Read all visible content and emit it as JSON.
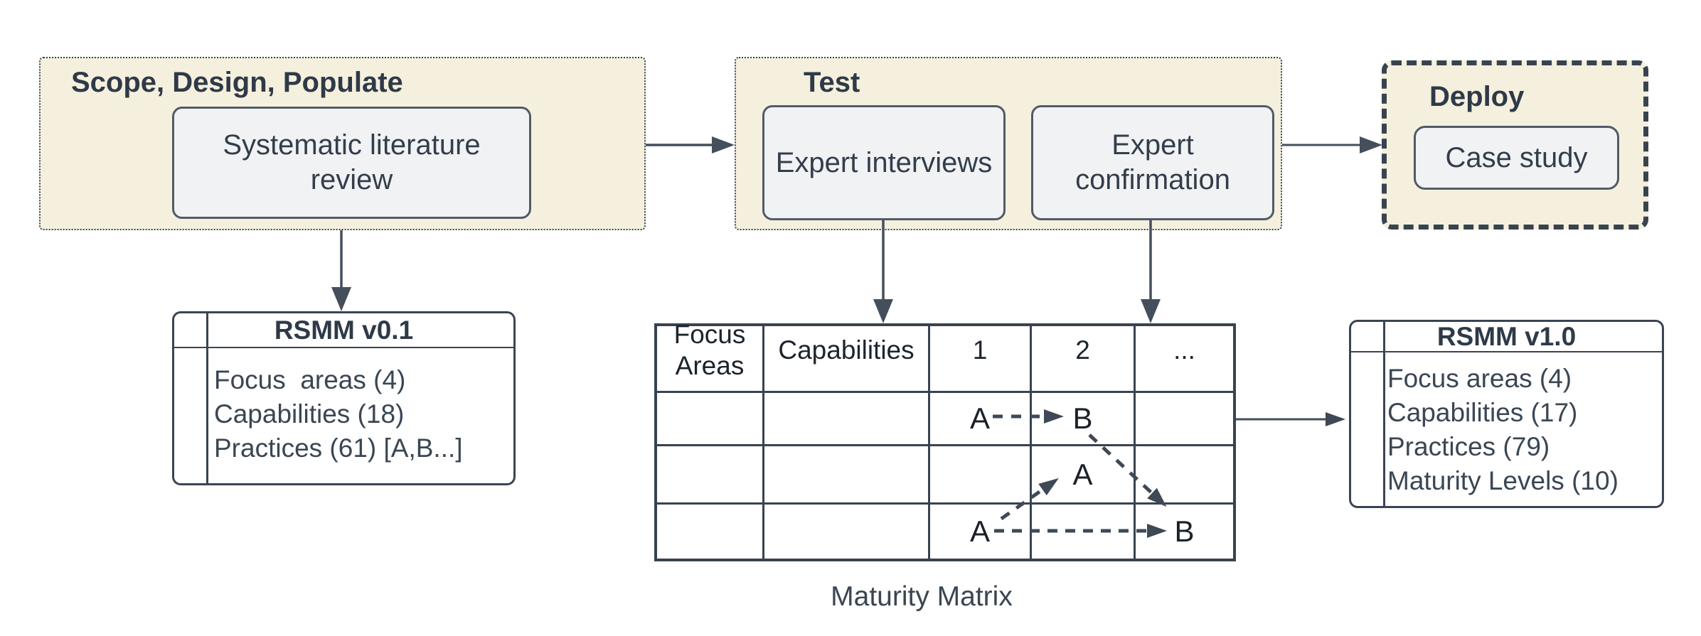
{
  "colors": {
    "canvas": "#ffffff",
    "phase_fill": "#F5F0DE",
    "phase_border": "#3C4650",
    "node_fill": "#F1F2F4",
    "node_border": "#515B68",
    "table_border": "#39434F",
    "arrow": "#454F5C",
    "dashed_arrow": "#3F4956",
    "text": "#343E4C"
  },
  "phases": {
    "scope": {
      "title": "Scope, Design, Populate",
      "node": "Systematic literature review"
    },
    "test": {
      "title": "Test",
      "node_interviews": "Expert interviews",
      "node_confirmation": "Expert confirmation"
    },
    "deploy": {
      "title": "Deploy",
      "node": "Case study"
    }
  },
  "artifacts": {
    "v01": {
      "title": "RSMM v0.1",
      "items": [
        "Focus  areas (4)",
        "Capabilities (18)",
        "Practices (61) [A,B...]"
      ]
    },
    "v10": {
      "title": "RSMM v1.0",
      "items": [
        "Focus areas (4)",
        "Capabilities (17)",
        "Practices (79)",
        "Maturity Levels (10)"
      ]
    }
  },
  "matrix": {
    "caption": "Maturity Matrix",
    "columns": [
      "Focus Areas",
      "Capabilities",
      "1",
      "2",
      "..."
    ],
    "letters": {
      "r1a": "A",
      "r1b": "B",
      "r2a": "A",
      "r3a": "A",
      "r3b": "B"
    }
  }
}
